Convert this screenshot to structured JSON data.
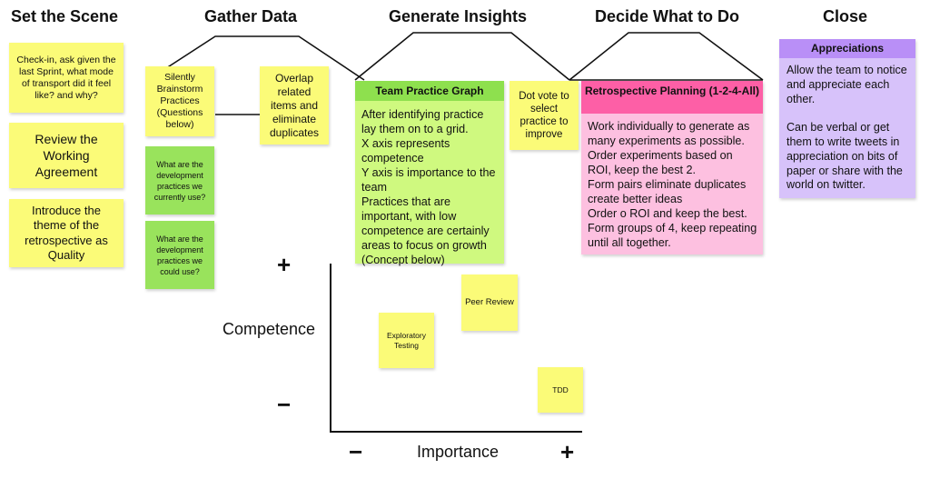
{
  "headings": {
    "set_the_scene": "Set the Scene",
    "gather_data": "Gather Data",
    "generate_insights": "Generate Insights",
    "decide": "Decide What to Do",
    "close": "Close"
  },
  "scene": {
    "checkin": "Check-in, ask given the last Sprint, what mode of transport did it feel like? and why?",
    "working_agreement": "Review the Working Agreement",
    "theme": "Introduce the theme of the retrospective as Quality"
  },
  "gather": {
    "brainstorm": "Silently Brainstorm Practices (Questions below)",
    "overlap": "Overlap related items and eliminate duplicates",
    "q1": "What are the development practices we currently use?",
    "q2": "What are the development practices we could use?"
  },
  "insights": {
    "graph_title": "Team Practice Graph",
    "graph_body": "After identifying practice lay them on to a grid.\nX axis represents competence\nY axis is importance to the team\nPractices that are important, with low competence are certainly areas to focus on growth (Concept below)",
    "dot_vote": "Dot vote to select practice to improve"
  },
  "decide": {
    "title": "Retrospective Planning (1-2-4-All)",
    "body": "Work individually to generate as many experiments as possible.\nOrder experiments based on ROI, keep the best 2.\nForm pairs eliminate duplicates create better ideas\nOrder o ROI and keep the best.\nForm groups of 4, keep repeating until all together."
  },
  "close": {
    "title": "Appreciations",
    "body": "Allow the team to notice and appreciate each other.\n\nCan be verbal or get them to write tweets in appreciation on bits of paper or share with the world on twitter."
  },
  "graph": {
    "y_label": "Competence",
    "x_label": "Importance",
    "plus": "+",
    "minus": "−",
    "practices": {
      "peer_review": "Peer Review",
      "exploratory": "Exploratory Testing",
      "tdd": "TDD"
    }
  }
}
